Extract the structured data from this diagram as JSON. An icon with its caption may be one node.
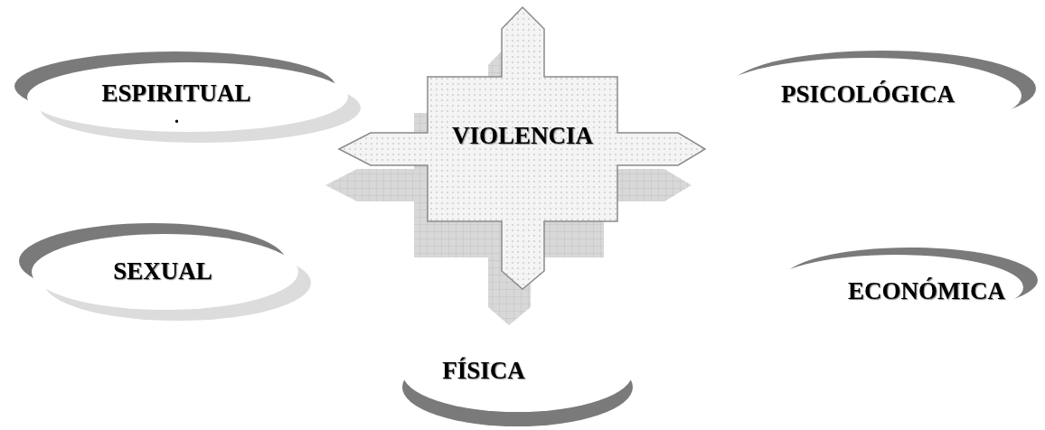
{
  "diagram": {
    "nodes": [
      {
        "text": [
          "ESPIRITUAL"
        ]
      },
      {
        "text": [
          "VIOLENCIA"
        ]
      },
      {
        "text": [
          "PSICOLÓGICA"
        ]
      },
      {
        "text": [
          "SEXUAL"
        ]
      },
      {
        "text": [
          "ECONÓMICA"
        ]
      },
      {
        "text": [
          "FÍSICA"
        ]
      }
    ],
    "edges": [],
    "labels": [
      "."
    ]
  }
}
